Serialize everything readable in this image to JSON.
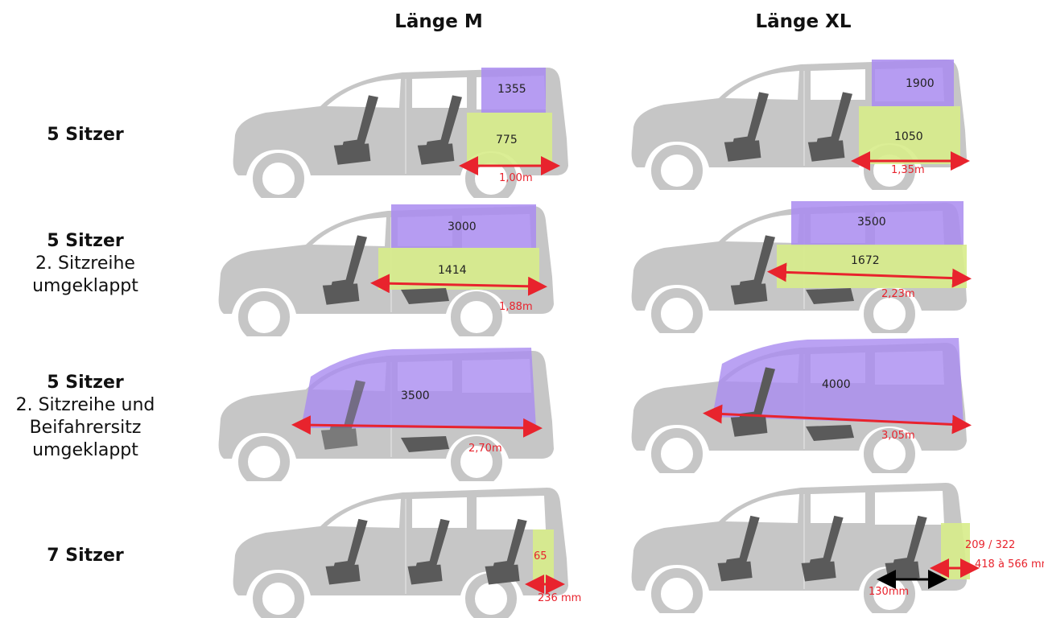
{
  "columns": [
    {
      "label": "Länge M"
    },
    {
      "label": "Länge XL"
    }
  ],
  "rows": [
    {
      "title": "5 Sitzer",
      "subtitle": ""
    },
    {
      "title": "5 Sitzer",
      "subtitle": "2. Sitzreihe umgeklappt"
    },
    {
      "title": "5 Sitzer",
      "subtitle": "2. Sitzreihe und Beifahrersitz umgeklappt"
    },
    {
      "title": "7 Sitzer",
      "subtitle": ""
    }
  ],
  "cells": {
    "r1_m": {
      "upper_volume": "1355",
      "lower_volume": "775",
      "length": "1,00m"
    },
    "r1_xl": {
      "upper_volume": "1900",
      "lower_volume": "1050",
      "length": "1,35m"
    },
    "r2_m": {
      "upper_volume": "3000",
      "lower_volume": "1414",
      "length": "1,88m"
    },
    "r2_xl": {
      "upper_volume": "3500",
      "lower_volume": "1672",
      "length": "2,23m"
    },
    "r3_m": {
      "volume": "3500",
      "length": "2,70m"
    },
    "r3_xl": {
      "volume": "4000",
      "length": "3,05m"
    },
    "r4_m": {
      "volume": "65",
      "length": "236 mm"
    },
    "r4_xl": {
      "volume": "209 / 322",
      "length": "418 à 566 mm",
      "extra_length": "130mm"
    }
  },
  "colors": {
    "car_body": "#c6c6c6",
    "window": "#ffffff",
    "seat": "#5a5a5a",
    "upper_volume": "#a98bf0",
    "lower_volume": "#d7ec8a",
    "dimension_arrow": "#e8232d"
  }
}
